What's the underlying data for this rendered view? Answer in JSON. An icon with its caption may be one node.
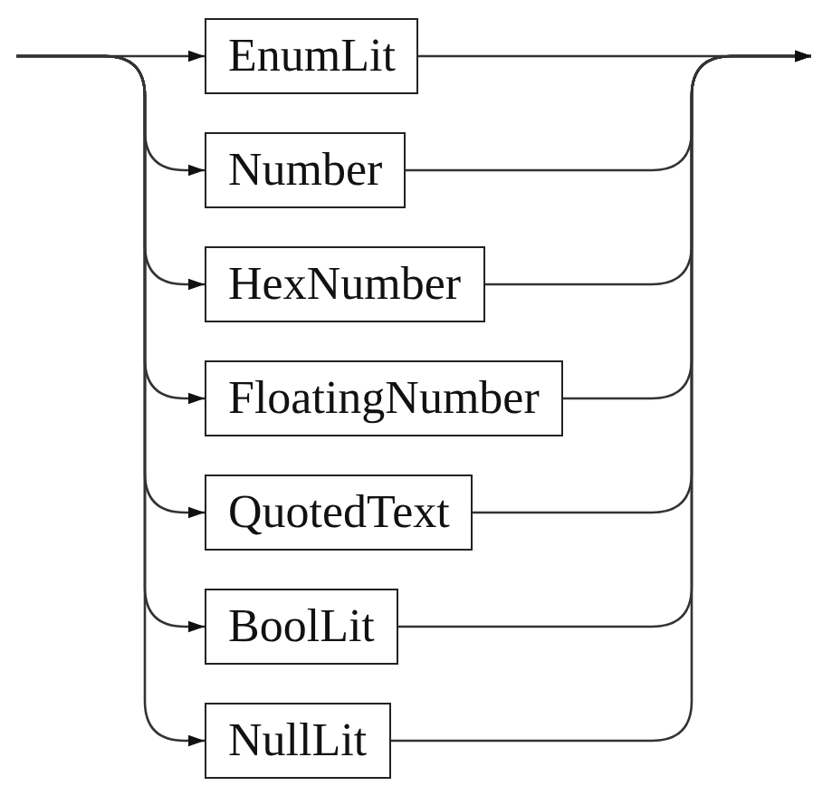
{
  "diagram": {
    "nodes": [
      {
        "text": [
          "EnumLit"
        ]
      },
      {
        "text": [
          "Number"
        ]
      },
      {
        "text": [
          "HexNumber"
        ]
      },
      {
        "text": [
          "FloatingNumber"
        ]
      },
      {
        "text": [
          "QuotedText"
        ]
      },
      {
        "text": [
          "BoolLit"
        ]
      },
      {
        "text": [
          "NullLit"
        ]
      }
    ],
    "edges": [
      {
        "from": null,
        "to": 0,
        "arrow": "to"
      },
      {
        "from": null,
        "to": 1,
        "arrow": "to"
      },
      {
        "from": null,
        "to": 2,
        "arrow": "to"
      },
      {
        "from": null,
        "to": 3,
        "arrow": "to"
      },
      {
        "from": null,
        "to": 4,
        "arrow": "to"
      },
      {
        "from": null,
        "to": 5,
        "arrow": "to"
      },
      {
        "from": null,
        "to": 6,
        "arrow": "to"
      },
      {
        "from": 0,
        "to": null,
        "arrow": "to"
      },
      {
        "from": 1,
        "to": null,
        "arrow": "to"
      },
      {
        "from": 2,
        "to": null,
        "arrow": "to"
      },
      {
        "from": 3,
        "to": null,
        "arrow": "to"
      },
      {
        "from": 4,
        "to": null,
        "arrow": "to"
      },
      {
        "from": 5,
        "to": null,
        "arrow": "to"
      },
      {
        "from": 6,
        "to": null,
        "arrow": "to"
      }
    ]
  }
}
